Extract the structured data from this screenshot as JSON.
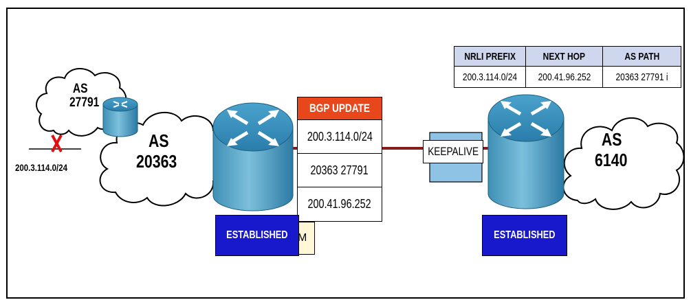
{
  "diagram": {
    "left_as": {
      "name": "AS",
      "number": "27791"
    },
    "middle_as": {
      "name": "AS",
      "number": "20363"
    },
    "right_as": {
      "name": "AS",
      "number": "6140"
    },
    "withdrawn_prefix": "200.3.114.0/24",
    "bgp_update": {
      "header": "BGP UPDATE",
      "rows": [
        "200.3.114.0/24",
        "20363 27791",
        "200.41.96.252"
      ]
    },
    "left_state": "ESTABLISHED",
    "left_state_tail": "M",
    "right_state": "ESTABLISHED",
    "keepalive": "KEEPALIVE",
    "table": {
      "headers": [
        "NRLI PREFIX",
        "NEXT HOP",
        "AS PATH"
      ],
      "row": [
        "200.3.114.0/24",
        "200.41.96.252",
        "20363 27791 i"
      ]
    },
    "colors": {
      "router_body": "#5aa6c4",
      "router_top": "#2f86b0",
      "bgp_header": "#e8471b",
      "established": "#1818cc",
      "link": "#8b1a1a",
      "table_header": "#cfd7ee",
      "withdraw_x": "#e01010"
    }
  }
}
